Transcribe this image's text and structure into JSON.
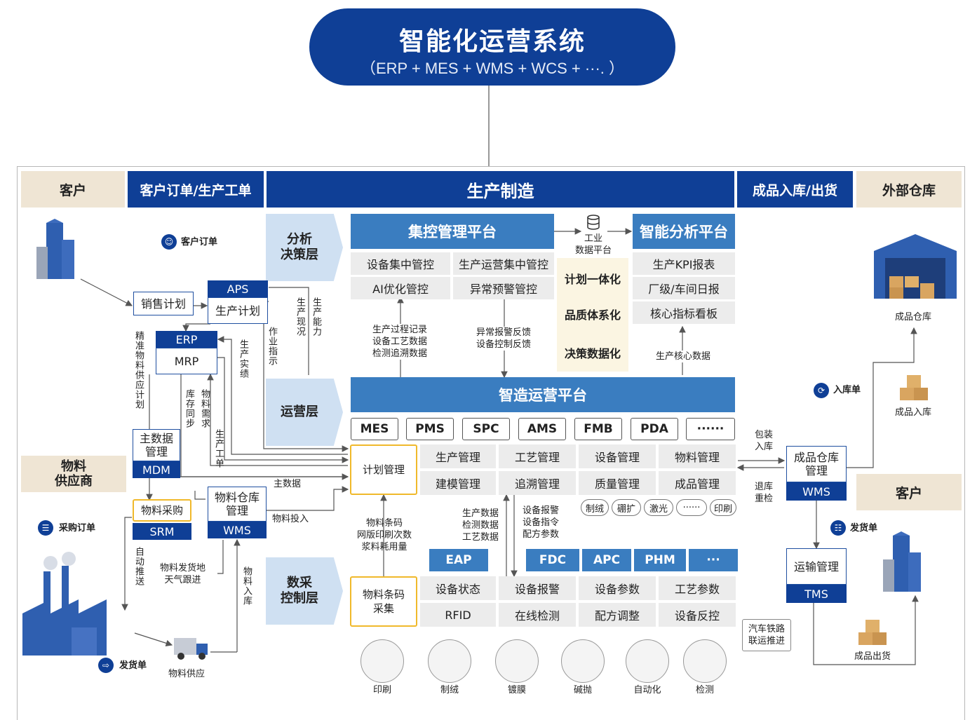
{
  "header": {
    "title": "智能化运营系统",
    "subtitle": "（ERP + MES + WMS + WCS + ···. ）"
  },
  "top_row": {
    "customer": "客户",
    "orders": "客户订单/生产工单",
    "manufacturing": "生产制造",
    "fg_io": "成品入库/出货",
    "ext_wh": "外部仓库"
  },
  "layers": {
    "analysis": "分析\n决策层",
    "operation": "运营层",
    "daq": "数采\n控制层"
  },
  "central": {
    "title": "集控管理平台",
    "items": [
      "设备集中管控",
      "生产运营集中管控",
      "AI优化管控",
      "异常预警管控"
    ],
    "data_platform": "工业\n数据平台",
    "mid": [
      "计划一体化",
      "品质体系化",
      "决策数据化"
    ]
  },
  "analytics": {
    "title": "智能分析平台",
    "items": [
      "生产KPI报表",
      "厂级/车间日报",
      "核心指标看板"
    ]
  },
  "flows": {
    "left_up": "生产过程记录\n设备工艺数据\n检测追溯数据",
    "right_down": "异常报警反馈\n设备控制反馈",
    "kpi": "生产核心数据"
  },
  "ops": {
    "title": "智造运营平台",
    "systems": [
      "MES",
      "PMS",
      "SPC",
      "AMS",
      "FMB",
      "PDA",
      "······"
    ],
    "plan": "计划管理",
    "modules": [
      "生产管理",
      "工艺管理",
      "设备管理",
      "物料管理",
      "建模管理",
      "追溯管理",
      "质量管理",
      "成品管理"
    ],
    "processes": [
      "制绒",
      "硼扩",
      "激光",
      "······",
      "印刷"
    ]
  },
  "daq": {
    "systems": [
      "EAP",
      "FDC",
      "APC",
      "PHM",
      "···"
    ],
    "barcode": "物料条码\n采集",
    "cells": [
      "设备状态",
      "设备报警",
      "设备参数",
      "工艺参数",
      "RFID",
      "在线检测",
      "配方调整",
      "设备反控"
    ],
    "label_left": "物料条码\n网版印刷次数\n浆料耗用量",
    "label_mid": "生产数据\n检测数据\n工艺数据",
    "label_right": "设备报警\n设备指令\n配方参数"
  },
  "equipment": [
    "印刷",
    "制绒",
    "镀膜",
    "碱抛",
    "自动化",
    "检测"
  ],
  "left": {
    "customer_order": "客户订单",
    "sales_plan": "销售计划",
    "aps": "APS",
    "prod_plan": "生产计划",
    "erp": "ERP",
    "mrp": "MRP",
    "mdm_top": "主数据\n管理",
    "mdm": "MDM",
    "srm_top": "物料采购",
    "srm": "SRM",
    "wms_top": "物料仓库\n管理",
    "wms": "WMS",
    "supplier": "物料\n供应商",
    "purchase_order": "采购订单",
    "ship_order": "发货单",
    "material_supply": "物料供应",
    "v_precise": "精准物料供应计划",
    "v_inv_sync": "库存同步",
    "v_mat_need": "物料需求",
    "v_prod_status": "生产现况",
    "v_capacity": "生产能力",
    "v_work_instr": "作业指示",
    "v_prod_actual": "生产实绩",
    "v_work_order": "生产工单",
    "v_auto_push": "自动推送",
    "v_mat_in": "物料入库",
    "master_data": "主数据",
    "mat_input": "物料投入",
    "ship_track": "物料发货地\n天气跟进"
  },
  "right": {
    "fg_wh": "成品仓库",
    "in_order": "入库单",
    "fg_in": "成品入库",
    "pack_in": "包装\n入库",
    "return_check": "退库\n重检",
    "fg_mgmt": "成品仓库\n管理",
    "wms": "WMS",
    "customer": "客户",
    "ship_order": "发货单",
    "transport": "运输管理",
    "tms": "TMS",
    "rail": "汽车铁路\n联运推进",
    "fg_out": "成品出货"
  },
  "colors": {
    "navy": "#0f3f96",
    "blue": "#3a7dc0",
    "beige": "#efe5d4",
    "gold": "#f0b92b",
    "chevron": "#cfe0f2"
  }
}
